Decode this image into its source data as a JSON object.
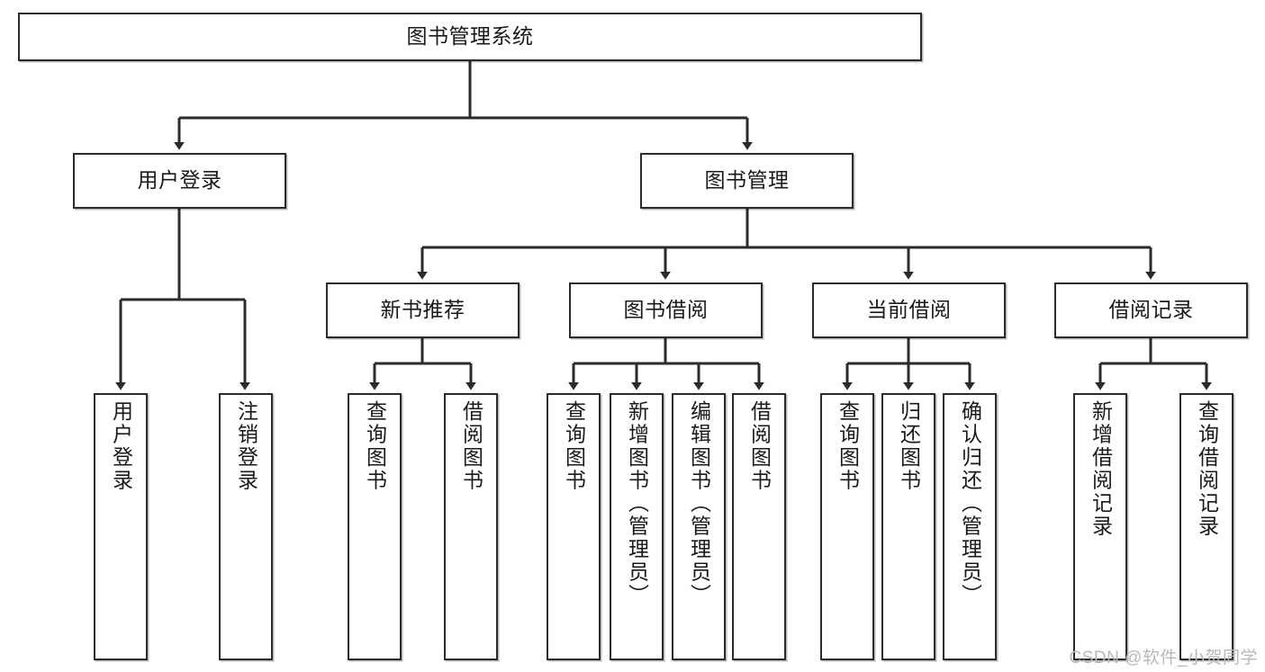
{
  "diagram": {
    "title": "图书管理系统",
    "type": "tree-hierarchy",
    "colors": {
      "box_border": "#2b2b2b",
      "box_fill": "#ffffff",
      "connector": "#2b2b2b",
      "watermark": "#b9b9b9",
      "background": "#ffffff"
    },
    "root": {
      "label": "图书管理系统"
    },
    "level2": [
      {
        "label": "用户登录"
      },
      {
        "label": "图书管理"
      }
    ],
    "level3": [
      {
        "label": "新书推荐"
      },
      {
        "label": "图书借阅"
      },
      {
        "label": "当前借阅"
      },
      {
        "label": "借阅记录"
      }
    ],
    "leaves": {
      "user_login": [
        {
          "label": "用户登录"
        },
        {
          "label": "注销登录"
        }
      ],
      "new_book_recommend": [
        {
          "label": "查询图书"
        },
        {
          "label": "借阅图书"
        }
      ],
      "book_borrow": [
        {
          "label": "查询图书"
        },
        {
          "label": "新增图书（管理员）"
        },
        {
          "label": "编辑图书（管理员）"
        },
        {
          "label": "借阅图书"
        }
      ],
      "current_borrow": [
        {
          "label": "查询图书"
        },
        {
          "label": "归还图书"
        },
        {
          "label": "确认归还（管理员）"
        }
      ],
      "borrow_record": [
        {
          "label": "新增借阅记录"
        },
        {
          "label": "查询借阅记录"
        }
      ]
    }
  },
  "watermark": {
    "text": "CSDN @软件_小贺同学"
  }
}
